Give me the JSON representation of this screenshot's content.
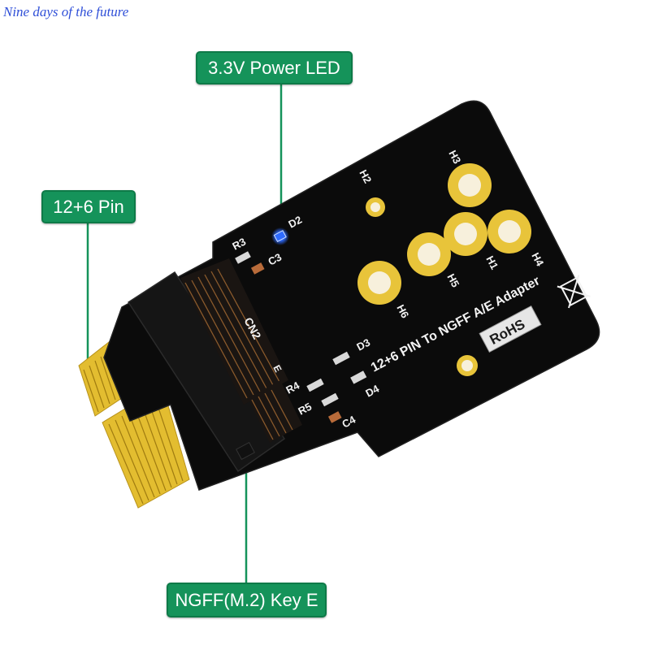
{
  "watermark": "Nine days of the future",
  "callouts": {
    "led": "3.3V Power  LED",
    "pin": "12+6 Pin",
    "ngff": "NGFF(M.2) Key E"
  },
  "silkscreen": {
    "board_title": "12+6 PIN To NGFF A/E Adapter",
    "rohs": "RoHS",
    "connector": "CN2",
    "key": "E",
    "r3": "R3",
    "d2": "D2",
    "c3": "C3",
    "r4": "R4",
    "d3": "D3",
    "r5": "R5",
    "d4": "D4",
    "c4": "C4",
    "h1": "H1",
    "h2": "H2",
    "h3": "H3",
    "h4": "H4",
    "h5": "H5",
    "h6": "H6"
  },
  "colors": {
    "callout": "#15935a",
    "pcb": "#0b0b0b",
    "gold": "#e8c43a",
    "led": "#2f6bff"
  }
}
